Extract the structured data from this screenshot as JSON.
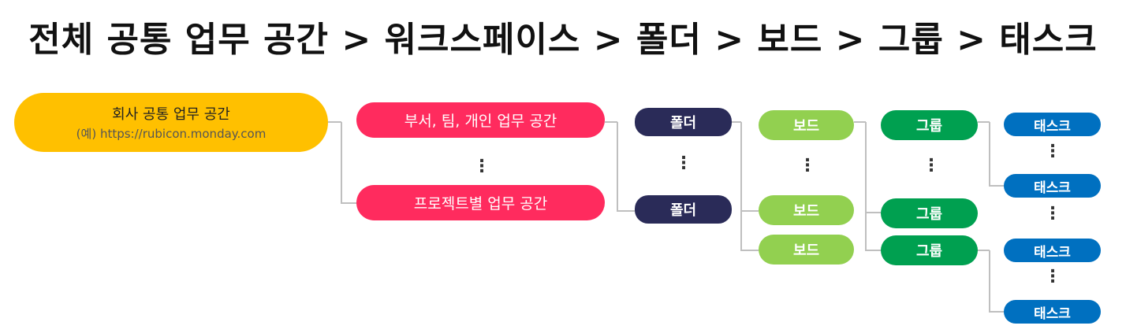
{
  "title": "전체 공통 업무 공간 > 워크스페이스 > 폴더 > 보드 > 그룹 > 태스크",
  "colors": {
    "root": "#FFC000",
    "workspace": "#FF2B5E",
    "folder": "#2A2B58",
    "board": "#92D050",
    "group": "#00A050",
    "task": "#0070C0",
    "connector": "#BFBFBF"
  },
  "root": {
    "label": "회사 공통 업무 공간",
    "example": "(예) https://rubicon.monday.com"
  },
  "workspaces": [
    "부서, 팀, 개인 업무 공간",
    "프로젝트별 업무 공간"
  ],
  "folders": [
    "폴더",
    "폴더"
  ],
  "boards": [
    "보드",
    "보드",
    "보드"
  ],
  "groups": [
    "그룹",
    "그룹",
    "그룹"
  ],
  "tasks": [
    "태스크",
    "태스크",
    "태스크",
    "태스크"
  ],
  "ellipsis": "⋮"
}
